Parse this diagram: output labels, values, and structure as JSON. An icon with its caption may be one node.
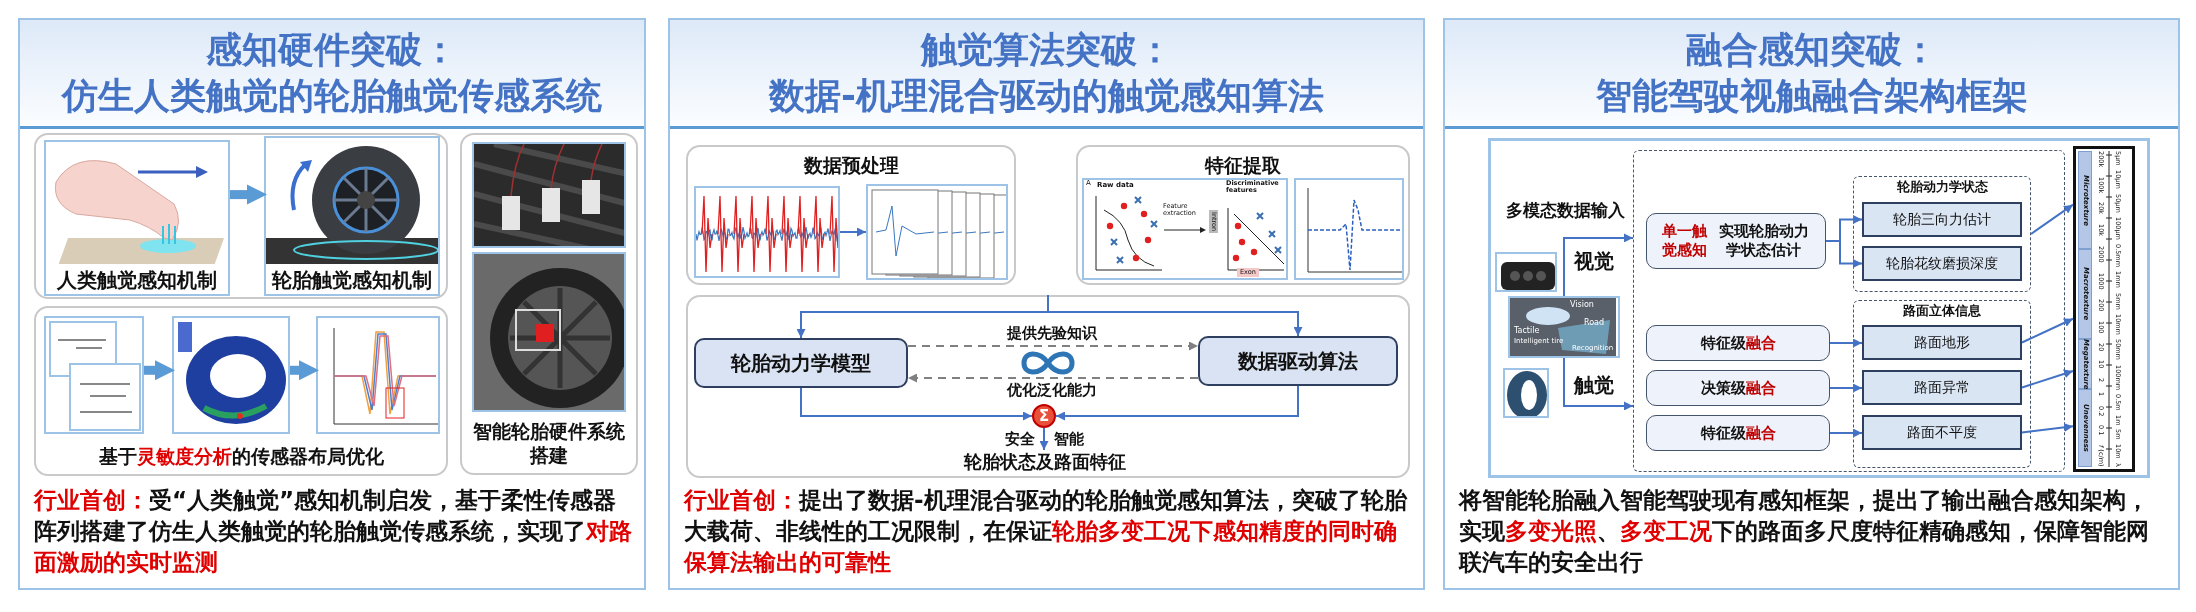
{
  "diagram": {
    "nodes": [
      {
        "text": [
          "感知硬件突破：",
          "仿生人类触觉的轮胎触觉传感系统",
          "**行业首创：**受“人类触觉”感知机制启发，基于柔性传感器阵列搭建了仿生人类触觉的轮胎触觉传感系统，实现了**对路面激励的实时监测**"
        ]
      },
      {
        "text": [],
        "shape": "box",
        "in": 0
      },
      {
        "text": [
          "人类触觉感知机制"
        ],
        "in": 1
      },
      {
        "text": [
          "轮胎触觉感知机制"
        ],
        "in": 1
      },
      {
        "text": [
          "基于**灵敏度分析**的传感器布局优化"
        ],
        "in": 0
      },
      {
        "text": [],
        "shape": "picture",
        "in": 4
      },
      {
        "text": [],
        "shape": "picture",
        "in": 4
      },
      {
        "text": [],
        "shape": "picture",
        "in": 4
      },
      {
        "text": [
          "智能轮胎硬件系统搭建"
        ],
        "in": 0
      },
      {
        "text": [],
        "shape": "picture",
        "in": 8
      },
      {
        "text": [],
        "shape": "picture",
        "in": 8
      },
      {
        "text": [
          "触觉算法突破：",
          "数据-机理混合驱动的触觉感知算法",
          "**行业首创：**提出了数据-机理混合驱动的轮胎触觉感知算法，突破了轮胎大载荷、非线性的工况限制，在保证**轮胎多变工况下感知精度的同时确保算法输出的可靠性**"
        ]
      },
      {
        "text": [
          "数据预处理"
        ],
        "in": 11
      },
      {
        "text": [],
        "shape": "picture",
        "in": 12
      },
      {
        "text": [],
        "shape": "picture",
        "in": 12
      },
      {
        "text": [
          "特征提取"
        ],
        "in": 11
      },
      {
        "text": [],
        "shape": "picture",
        "in": 15
      },
      {
        "text": [],
        "shape": "picture",
        "in": 15
      },
      {
        "text": [],
        "shape": "box",
        "in": 11
      },
      {
        "text": [
          "轮胎动力学模型"
        ],
        "in": 18
      },
      {
        "text": [
          "数据驱动算法"
        ],
        "in": 18
      },
      {
        "text": [
          "Σ"
        ],
        "in": 18
      },
      {
        "text": [
          "轮胎状态及路面特征"
        ],
        "in": 18
      },
      {
        "text": [
          "融合感知突破：",
          "智能驾驶视触融合架构框架",
          "将智能轮胎融入智能驾驶现有感知框架，提出了输出融合感知架构，实现**多变光照**、**多变工况**下的路面多尺度特征精确感知，保障智能网联汽车的安全出行"
        ]
      },
      {
        "text": [],
        "shape": "box",
        "in": 23
      },
      {
        "text": [],
        "shape": "picture",
        "in": 24
      },
      {
        "text": [],
        "shape": "picture",
        "in": 24
      },
      {
        "text": [],
        "shape": "picture",
        "in": 24
      },
      {
        "text": [],
        "shape": "box",
        "in": 24
      },
      {
        "text": [
          "**单一触觉感知**实现轮胎动力学状态估计"
        ],
        "in": 28
      },
      {
        "text": [
          "特征级**融合**"
        ],
        "in": 28
      },
      {
        "text": [
          "决策级**融合**"
        ],
        "in": 28
      },
      {
        "text": [
          "特征级**融合**"
        ],
        "in": 28
      },
      {
        "text": [
          "轮胎动力学状态"
        ],
        "in": 28
      },
      {
        "text": [
          "轮胎三向力估计"
        ],
        "in": 33
      },
      {
        "text": [
          "轮胎花纹磨损深度"
        ],
        "in": 33
      },
      {
        "text": [
          "路面立体信息"
        ],
        "in": 28
      },
      {
        "text": [
          "路面地形"
        ],
        "in": 36
      },
      {
        "text": [
          "路面异常"
        ],
        "in": 36
      },
      {
        "text": [
          "路面不平度"
        ],
        "in": 36
      },
      {
        "text": [],
        "shape": "box",
        "in": 24
      }
    ],
    "edges": [
      {
        "from": 2,
        "to": 3,
        "arrow": "to",
        "style": "thick",
        "color": "#5b9bd5"
      },
      {
        "from": 5,
        "to": 6,
        "arrow": "to",
        "style": "thick",
        "color": "#5b9bd5"
      },
      {
        "from": 6,
        "to": 7,
        "arrow": "to",
        "style": "thick",
        "color": "#5b9bd5"
      },
      {
        "from": 13,
        "to": 14,
        "arrow": "to"
      },
      {
        "from": null,
        "to": 19,
        "arrow": "to"
      },
      {
        "from": null,
        "to": 20,
        "arrow": "to"
      },
      {
        "from": 19,
        "to": 20,
        "arrow": "to",
        "label": "提供先验知识",
        "style": "dashed",
        "color": "#808080"
      },
      {
        "from": 20,
        "to": 19,
        "arrow": "to",
        "label": "优化泛化能力",
        "style": "dashed",
        "color": "#808080"
      },
      {
        "from": 19,
        "to": 21,
        "arrow": "to",
        "label": "安全"
      },
      {
        "from": 20,
        "to": 21,
        "arrow": "to",
        "label": "智能"
      },
      {
        "from": 21,
        "to": 22,
        "arrow": "to"
      },
      {
        "from": 26,
        "to": 28,
        "arrow": "to",
        "label": "视觉"
      },
      {
        "from": 26,
        "to": 28,
        "arrow": "to",
        "label": "触觉"
      },
      {
        "from": 29,
        "to": 34,
        "arrow": "to"
      },
      {
        "from": 29,
        "to": 35,
        "arrow": "to"
      },
      {
        "from": 30,
        "to": 37,
        "arrow": "to"
      },
      {
        "from": 31,
        "to": 38,
        "arrow": "to"
      },
      {
        "from": 32,
        "to": 39,
        "arrow": "to"
      },
      {
        "from": 33,
        "to": 40,
        "arrow": "to"
      },
      {
        "from": 37,
        "to": 40,
        "arrow": "to"
      },
      {
        "from": 38,
        "to": 40,
        "arrow": "to"
      },
      {
        "from": 39,
        "to": 40,
        "arrow": "to"
      }
    ],
    "labels": [
      "A",
      "Raw data",
      "Feature extraction",
      "Intron",
      "Discriminative features",
      "Exon",
      "多模态数据输入",
      "Vision",
      "Tactile",
      "Intelligent tire",
      "Road",
      "Recognition",
      "Microtexture",
      "Macrotexture",
      "Megatexture",
      "Unevenness",
      "200k",
      "100k",
      "20k",
      "10k",
      "2000",
      "1000",
      "200",
      "100",
      "20",
      "10",
      "2",
      "1",
      "0.2",
      "0.1",
      "*f* (c/m)",
      "5μm",
      "10μm",
      "50μm",
      "100μm",
      "0.5mm",
      "1mm",
      "5mm",
      "10mm",
      "50mm",
      "100mm",
      "0.5m",
      "1m",
      "5m",
      "10m",
      "λ"
    ]
  }
}
